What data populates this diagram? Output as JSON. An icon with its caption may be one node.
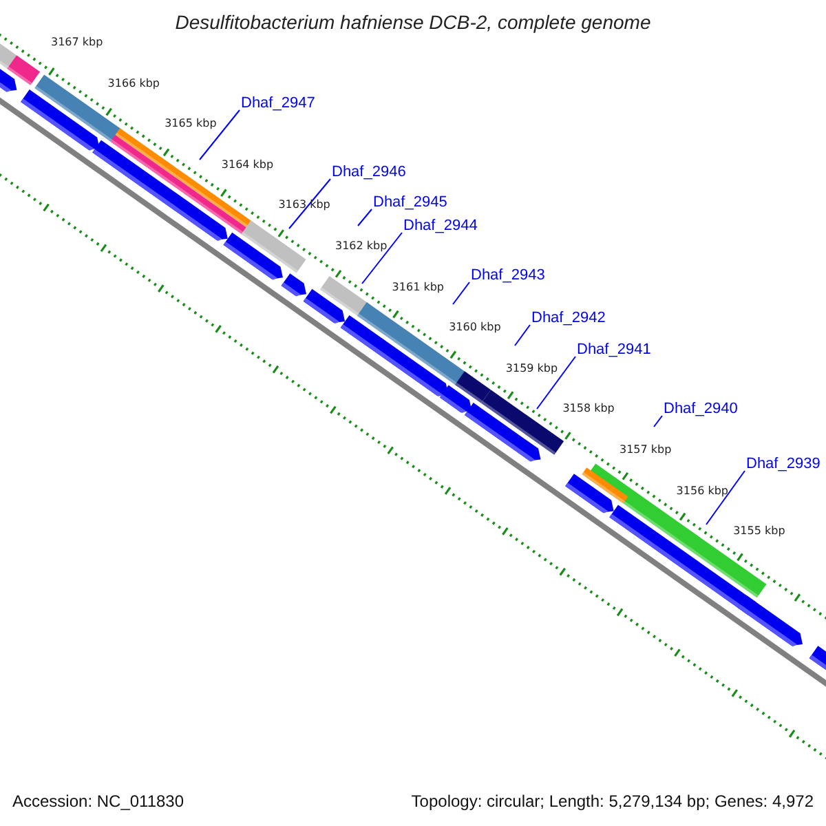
{
  "diagram": {
    "title": "Desulfitobacterium hafniense DCB-2, complete genome",
    "nodes": [
      {
        "text": [
          "Dhaf_2947"
        ]
      },
      {
        "text": [
          "Dhaf_2946"
        ]
      },
      {
        "text": [
          "Dhaf_2945"
        ]
      },
      {
        "text": [
          "Dhaf_2944"
        ]
      },
      {
        "text": [
          "Dhaf_2943"
        ]
      },
      {
        "text": [
          "Dhaf_2942"
        ]
      },
      {
        "text": [
          "Dhaf_2941"
        ]
      },
      {
        "text": [
          "Dhaf_2940"
        ]
      },
      {
        "text": [
          "Dhaf_2939"
        ]
      }
    ],
    "edges": [
      {
        "from": 0,
        "to": null,
        "arrow": "none"
      },
      {
        "from": 1,
        "to": null,
        "arrow": "none"
      },
      {
        "from": 2,
        "to": null,
        "arrow": "none"
      },
      {
        "from": 3,
        "to": null,
        "arrow": "none"
      },
      {
        "from": 4,
        "to": null,
        "arrow": "none"
      },
      {
        "from": 5,
        "to": null,
        "arrow": "none"
      },
      {
        "from": 6,
        "to": null,
        "arrow": "none"
      },
      {
        "from": 7,
        "to": null,
        "arrow": "none"
      },
      {
        "from": 8,
        "to": null,
        "arrow": "none"
      }
    ],
    "labels": [
      "3167 kbp",
      "3166 kbp",
      "3165 kbp",
      "3164 kbp",
      "3163 kbp",
      "3162 kbp",
      "3161 kbp",
      "3160 kbp",
      "3159 kbp",
      "3158 kbp",
      "3157 kbp",
      "3156 kbp",
      "3155 kbp",
      "Accession: NC_011830",
      "Topology: circular; Length: 5,279,134 bp; Genes: 4,972"
    ]
  }
}
